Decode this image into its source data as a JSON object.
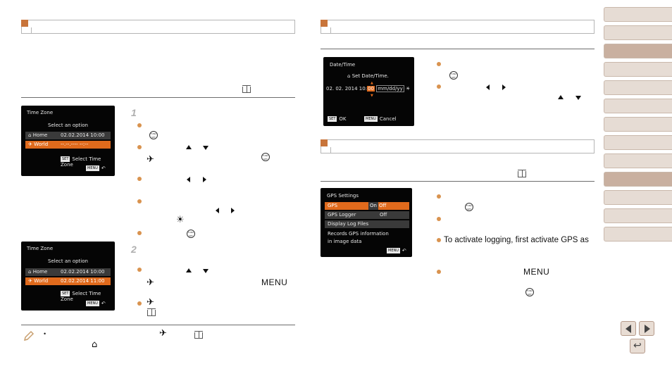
{
  "left_column": {
    "time_zone_screen_1": {
      "title": "Time Zone",
      "prompt": "Select an option",
      "home_label": "Home",
      "home_value": "02.02.2014 10:00",
      "world_label": "World",
      "world_value": "--.--.---- --:--",
      "set_key": "SET",
      "set_action": "Select Time Zone",
      "menu_key": "MENU"
    },
    "time_zone_screen_2": {
      "title": "Time Zone",
      "prompt": "Select an option",
      "home_label": "Home",
      "home_value": "02.02.2014 10:00",
      "world_label": "World",
      "world_value": "02.02.2014 11:00",
      "set_key": "SET",
      "set_action": "Select Time Zone",
      "menu_key": "MENU"
    },
    "step_1": "1",
    "step_2": "2",
    "menu_word": "MENU",
    "note_bullet": "•"
  },
  "right_column": {
    "date_time_screen": {
      "title": "Date/Time",
      "prompt": "Set Date/Time.",
      "date_value": "02. 02. 2014 10:",
      "minutes_value": "00",
      "format_value": "mm/dd/yy",
      "set_key": "SET",
      "ok_label": "OK",
      "menu_key": "MENU",
      "cancel_label": "Cancel"
    },
    "gps_screen": {
      "title": "GPS Settings",
      "gps_label": "GPS",
      "gps_on": "On",
      "gps_off": "Off",
      "logger_label": "GPS Logger",
      "logger_value": "Off",
      "display_log_label": "Display Log Files",
      "description_line1": "Records GPS information",
      "description_line2": "in image data",
      "menu_key": "MENU"
    },
    "logging_text": "To activate logging, first activate GPS as",
    "menu_word": "MENU"
  },
  "func_icon": {
    "top": "FUNC",
    "bottom": "SET"
  },
  "colors": {
    "accent_square": "#c8743a",
    "bullet": "#d9934f",
    "lcd_highlight": "#e06a1c",
    "sidebar_tab": "#e6dcd4",
    "sidebar_tab_active": "#c9b0a0"
  }
}
